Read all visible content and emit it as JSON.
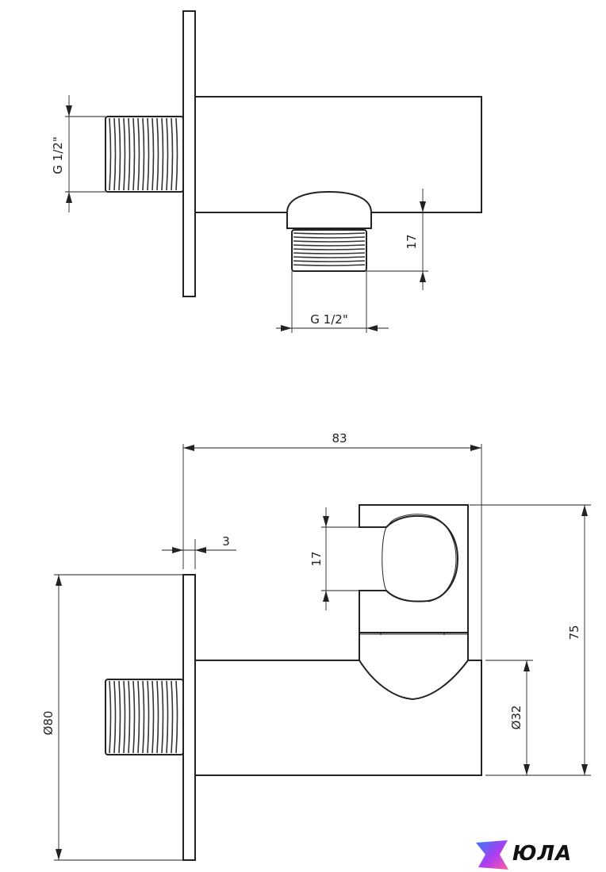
{
  "top_view": {
    "side_thread_label": "G 1/2\"",
    "outlet_thread_label": "G 1/2\"",
    "outlet_height_label": "17"
  },
  "front_view": {
    "overall_length_label": "83",
    "plate_thickness_label": "3",
    "plate_diameter_label": "Ø80",
    "holder_opening_label": "17",
    "overall_height_label": "75",
    "body_diameter_label": "Ø32"
  },
  "logo": {
    "wordmark": "ЮЛА",
    "colors": [
      "#2f7df6",
      "#b03cf0",
      "#ff5fa0"
    ]
  }
}
